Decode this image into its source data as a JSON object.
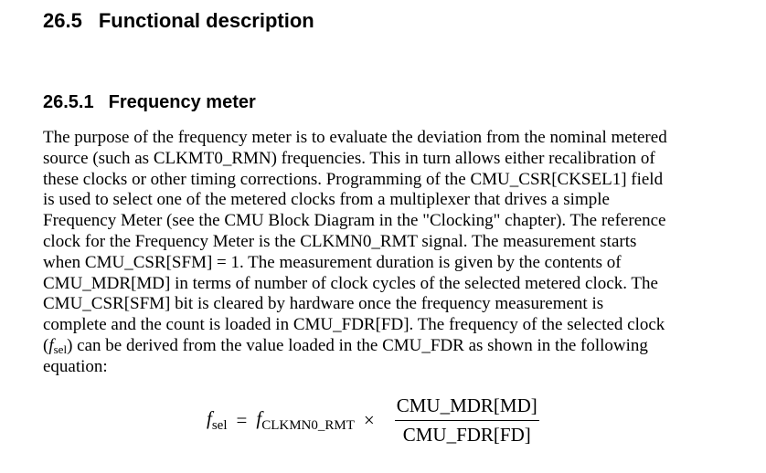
{
  "section": {
    "number": "26.5",
    "title": "Functional description"
  },
  "subsection": {
    "number": "26.5.1",
    "title": "Frequency meter"
  },
  "paragraph_lines": [
    "The purpose of the frequency meter is to evaluate the deviation from the nominal metered",
    "source (such as CLKMT0_RMN) frequencies. This in turn allows either recalibration of",
    "these clocks or other timing corrections. Programming of the CMU_CSR[CKSEL1] field",
    "is used to select one of the metered clocks from a multiplexer that drives a simple",
    "Frequency Meter (see the CMU Block Diagram in the \"Clocking\" chapter). The reference",
    "clock for the Frequency Meter is the CLKMN0_RMT signal. The measurement starts",
    "when CMU_CSR[SFM] = 1. The measurement duration is given by the contents of",
    "CMU_MDR[MD] in terms of number of clock cycles of the selected metered clock. The",
    "CMU_CSR[SFM] bit is cleared by hardware once the frequency measurement is",
    "complete and the count is loaded in CMU_FDR[FD]. The frequency of the selected clock"
  ],
  "line_11": {
    "open": "(",
    "f": "f",
    "sub": "sel",
    "rest": ") can be derived from the value loaded in the CMU_FDR as shown in the following"
  },
  "line_12": "equation:",
  "equation": {
    "lhs_f": "f",
    "lhs_sub": "sel",
    "equals": "=",
    "rhs_f": "f",
    "rhs_sub": "CLKMN0_RMT",
    "times": "×",
    "numerator": "CMU_MDR[MD]",
    "denominator": "CMU_FDR[FD]"
  }
}
